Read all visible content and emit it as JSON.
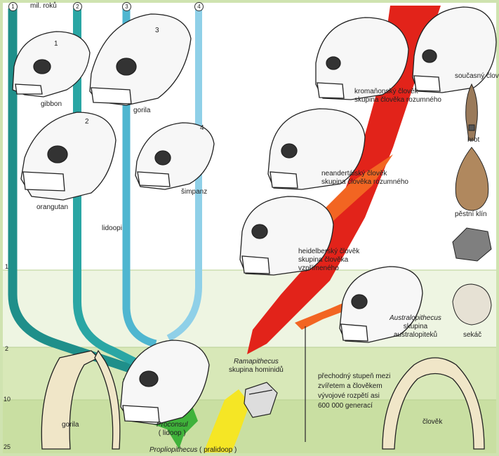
{
  "axis": {
    "unit_label": "mil. roků",
    "ticks": [
      "1",
      "2",
      "10",
      "25"
    ]
  },
  "lineage_numbers": [
    "1",
    "2",
    "3",
    "4"
  ],
  "apes": {
    "gibbon": "gibbon",
    "orangutan": "orangutan",
    "gorila": "gorila",
    "simpanz": "šimpanz",
    "group": "lidoopi"
  },
  "skull_numbers": [
    "1",
    "2",
    "3",
    "4"
  ],
  "humans": {
    "cromagnon": [
      "kromaňonský člověk",
      "skupina člověka rozumného"
    ],
    "modern": "současný člověk",
    "neanderthal": [
      "neandertálský člověk",
      "skupina člověka rozumného"
    ],
    "heidelberg": [
      "heidelberský člověk",
      "skupina člověka",
      "vzpřímeného"
    ],
    "australopithecus": [
      "Australopithecus",
      "skupina",
      "australopiteků"
    ],
    "ramapithecus": [
      "Ramapithecus",
      "skupina hominidů"
    ]
  },
  "tools": {
    "arrow": "hrot",
    "handaxe": "pěstní klín",
    "chopper": "sekáč"
  },
  "bottom": {
    "proconsul": [
      "Proconsul",
      "( lidoop )"
    ],
    "propliopithecus": "Propliopithecus",
    "pralidoop": "( pralidoop )",
    "jaw_gorila": "gorila",
    "jaw_clovek": "člověk",
    "transition": [
      "přechodný stupeň mezi",
      "zvířetem a člověkem",
      "vývojové rozpětí asi",
      "600 000 generací"
    ]
  },
  "colors": {
    "band_bg": "#d8e8b8",
    "page_bg": "#eef5e2",
    "lineage_gibbon": "#1f8f8a",
    "lineage_orangutan": "#2aa6a4",
    "lineage_gorila": "#4fb6d0",
    "lineage_simpanz": "#8fd0e8",
    "human_red": "#e2231a",
    "human_orange": "#f26522",
    "green": "#3fb23a",
    "yellow": "#f5e625"
  }
}
